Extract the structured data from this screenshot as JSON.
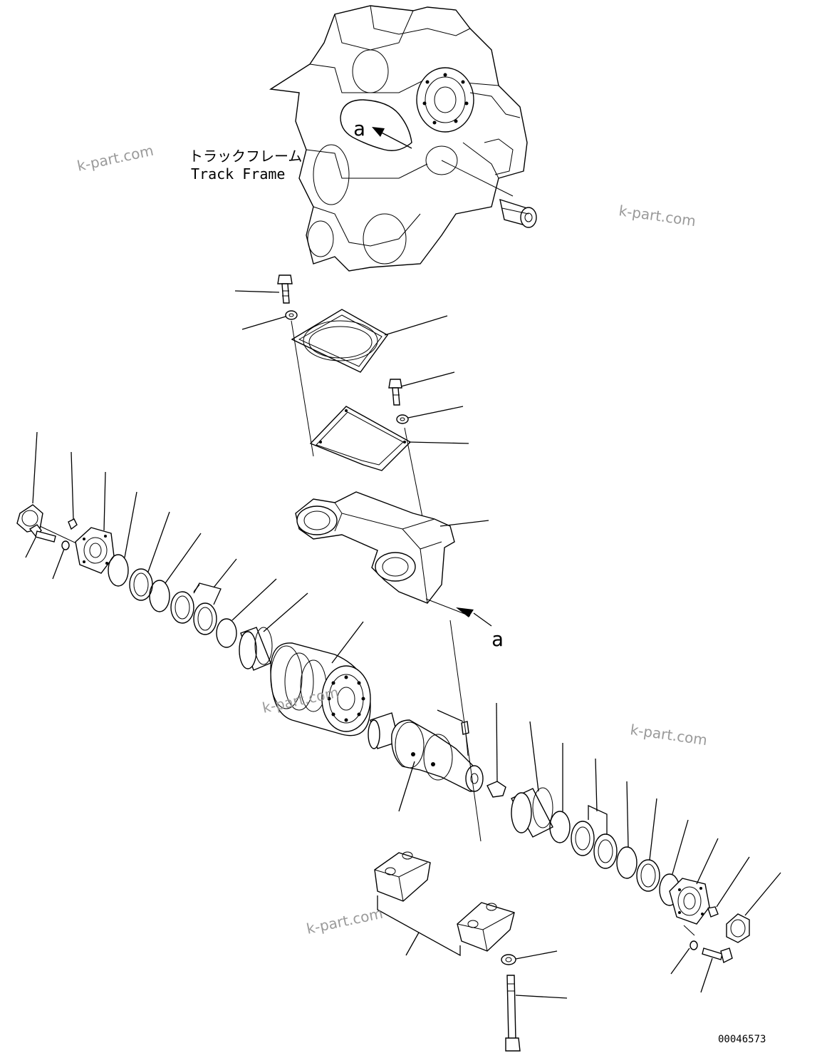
{
  "diagram": {
    "track_frame_label_jp": "トラックフレーム",
    "track_frame_label_en": "Track Frame",
    "view_marker_top": "a",
    "view_marker_bottom": "a",
    "watermarks": [
      "k-part.com",
      "k-part.com",
      "k-part.com",
      "k-part.com",
      "k-part.com"
    ],
    "reference_number": "00046573"
  }
}
